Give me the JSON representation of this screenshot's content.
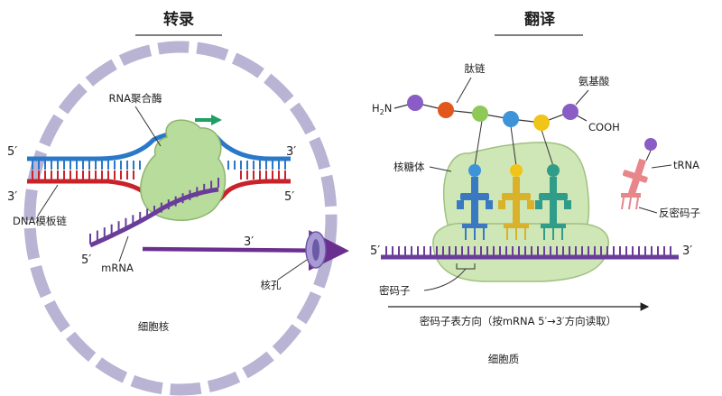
{
  "titles": {
    "transcription": "转录",
    "translation": "翻译"
  },
  "labels": {
    "rna_polymerase": "RNA聚合酶",
    "dna_template": "DNA模板链",
    "mrna": "mRNA",
    "nuclear_pore": "核孔",
    "nucleus": "细胞核",
    "peptide": "肽链",
    "amino_acid": "氨基酸",
    "h2n_main": "H",
    "h2n_sub": "2",
    "h2n_n": "N",
    "cooh": "COOH",
    "ribosome": "核糖体",
    "trna": "tRNA",
    "anticodon": "反密码子",
    "codon": "密码子",
    "reading_direction": "密码子表方向（按mRNA 5′→3′方向读取）",
    "cytoplasm": "细胞质"
  },
  "strand_ends": {
    "coding_left": "5′",
    "coding_right": "3′",
    "template_left": "3′",
    "template_right": "5′",
    "mrna_5": "5′",
    "mrna_3": "3′",
    "trans_mrna_5": "5′",
    "trans_mrna_3": "3′"
  },
  "colors": {
    "coding_strand": "#2a78c8",
    "template_strand": "#c8232a",
    "mrna": "#6a3d9a",
    "mrna_arrow": "#6b2f8f",
    "enzyme_fill": "#b8dc9c",
    "ribosome_fill": "#cfe6b6",
    "nuclear_envelope": "#b9b3d4",
    "direction_arrow": "#1fa063",
    "amino_purple": "#8a5cc6",
    "amino_orange": "#e2581c",
    "amino_green": "#8ec957",
    "amino_blue": "#3f93d8",
    "amino_yellow": "#f0c419",
    "trna_blue": "#3a78c2",
    "trna_yellow": "#d9b12a",
    "trna_teal": "#2f9d8a",
    "trna_pink": "#e8868a"
  },
  "icons": [
    "nuclear-pore-icon",
    "direction-arrow-icon",
    "reading-direction-arrow-icon"
  ]
}
